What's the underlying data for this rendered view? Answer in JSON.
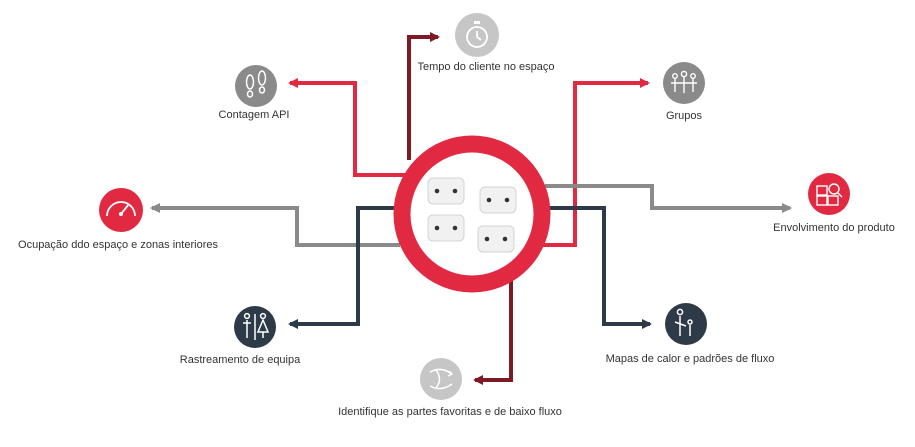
{
  "colors": {
    "red": "#e12a42",
    "dark_red": "#7d1a24",
    "gray": "#8a8a8a",
    "light_gray": "#c6c6c6",
    "navy": "#2e3a48",
    "sensor": "#f1f1f1"
  },
  "nodes": [
    {
      "id": "customer_time",
      "label": "Tempo do cliente no espaço",
      "icon": "stopwatch-icon"
    },
    {
      "id": "api_count",
      "label": "Contagem API",
      "icon": "footprints-icon"
    },
    {
      "id": "groups",
      "label": "Grupos",
      "icon": "people-group-icon"
    },
    {
      "id": "occupancy",
      "label": "Ocupação ddo espaço e zonas interiores",
      "icon": "gauge-icon"
    },
    {
      "id": "product_engagement",
      "label": "Envolvimento do produto",
      "icon": "products-magnifier-icon"
    },
    {
      "id": "team_tracking",
      "label": "Rastreamento de equipa",
      "icon": "restroom-people-icon"
    },
    {
      "id": "heatmaps",
      "label": "Mapas de calor e padrões de fluxo",
      "icon": "parent-child-icon"
    },
    {
      "id": "favorite_areas",
      "label": "Identifique as partes favoritas e de baixo fluxo",
      "icon": "flow-arrows-icon"
    }
  ]
}
